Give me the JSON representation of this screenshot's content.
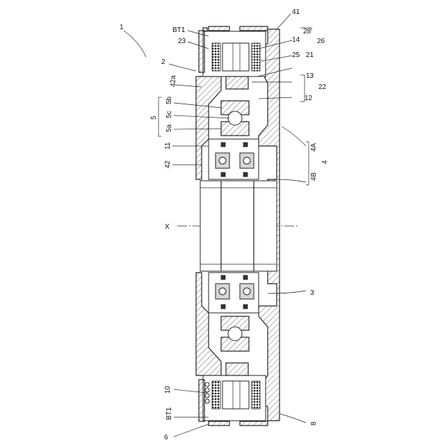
{
  "figure": {
    "labels": {
      "l1": "1",
      "l2": "2",
      "l3": "3",
      "l4": "4",
      "l4A": "4A",
      "l4B": "4B",
      "l5": "5",
      "l5a": "5a",
      "l5b": "5b",
      "l5c": "5c",
      "l6": "6",
      "l8": "8",
      "l10": "10",
      "l11": "11",
      "l12": "12",
      "l13": "13",
      "l14": "14",
      "l21": "21",
      "l22": "22",
      "l23": "23",
      "l25": "25",
      "l26": "26",
      "l28": "28",
      "l41": "41",
      "l42": "42",
      "l42a": "42a",
      "lBT1top": "BT1",
      "lBT1bot": "BT1",
      "lX": "X"
    }
  }
}
